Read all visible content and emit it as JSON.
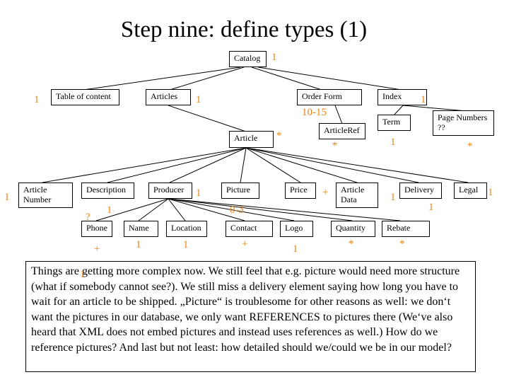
{
  "title": "Step nine: define types (1)",
  "colors": {
    "multiplicity": "#e8861a",
    "line": "#000000"
  },
  "nodes": {
    "catalog": "Catalog",
    "toc": "Table of content",
    "articles": "Articles",
    "order_form": "Order Form",
    "index": "Index",
    "term": "Term",
    "page_numbers": [
      "Page Numbers",
      "??"
    ],
    "article_ref": "ArticleRef",
    "article": "Article",
    "article_number": [
      "Article",
      "Number"
    ],
    "description": "Description",
    "producer": "Producer",
    "picture": "Picture",
    "price": "Price",
    "article_data": [
      "Article",
      "Data"
    ],
    "delivery": "Delivery",
    "legal": "Legal",
    "phone": "Phone",
    "name": "Name",
    "location": "Location",
    "contact": "Contact",
    "logo": "Logo",
    "quantity": "Quantity",
    "rebate": "Rebate"
  },
  "multiplicities": {
    "catalog": "1",
    "toc": "1",
    "articles": "1",
    "order_form": "10-15",
    "index": "1",
    "article": "*",
    "article_ref": "*",
    "term": "1",
    "page_numbers": "*",
    "article_number": "1",
    "description": "1",
    "producer": "1",
    "picture": "0-3",
    "price": "+",
    "article_data": "1",
    "delivery": "1",
    "legal": "1",
    "phone_q": "?",
    "phone": "+",
    "name": "1",
    "location": "1",
    "contact": "+",
    "logo": "1",
    "quantity": "*",
    "rebate": "*",
    "stray": "1"
  },
  "note": "Things are getting more complex now. We still feel that e.g. picture would need more structure (what if somebody cannot see?). We still miss a delivery element saying how long you have to wait for an article to be shipped. „Picture“ is troublesome for other reasons as well: we don‘t want the pictures in our database, we only want REFERENCES to pictures there (We‘ve also heard that XML does not embed pictures and instead uses references as well.) How do we reference pictures? And last but not least: how detailed should we/could we be in our model?"
}
